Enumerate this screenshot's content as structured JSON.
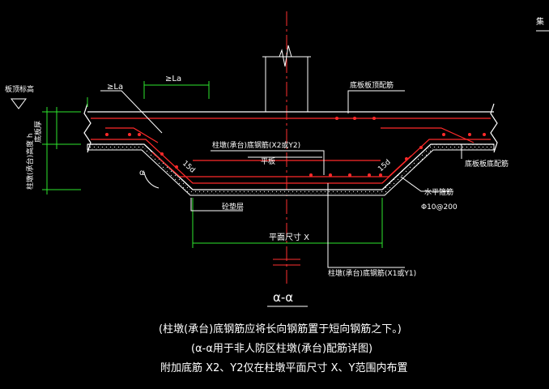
{
  "corner_glyph": "集",
  "labels": {
    "slab_top_elev": "板顶标高",
    "slab_thickness": "底板厚",
    "cap_height": "柱墩(承台)高度 h",
    "la_left": "≥La",
    "la_top": "≥La",
    "slab_top_bars": "底板板顶配筋",
    "cap_bottom_bars_x2y2": "柱墩(承台)底钢筋(X2或Y2)",
    "level_mark": "平板",
    "bend_left": "15d",
    "bend_right": "15d",
    "slab_bottom_bars": "底板板底配筋",
    "horizontal_stirrup": "水平箍筋",
    "horizontal_stirrup_spec": "Φ10@200",
    "cushion_layer": "砼垫层",
    "plan_size": "平面尺寸 X",
    "cap_bottom_bars_x1y1": "柱墩(承台)底钢筋(X1或Y1)",
    "angle": "α"
  },
  "section_title": "α-α",
  "notes": [
    "(柱墩(承台)底钢筋应将长向钢筋置于短向钢筋之下。)",
    "(α-α用于非人防区柱墩(承台)配筋详图)",
    "附加底筋 X2、Y2仅在柱墩平面尺寸 X、Y范围内布置"
  ],
  "colors": {
    "background": "#000000",
    "concrete": "#ffffff",
    "rebar": "#ff2a2a",
    "dimension": "#2ee62e",
    "centerline": "#ff3030",
    "text": "#ffffff",
    "leader": "#ffffff"
  }
}
